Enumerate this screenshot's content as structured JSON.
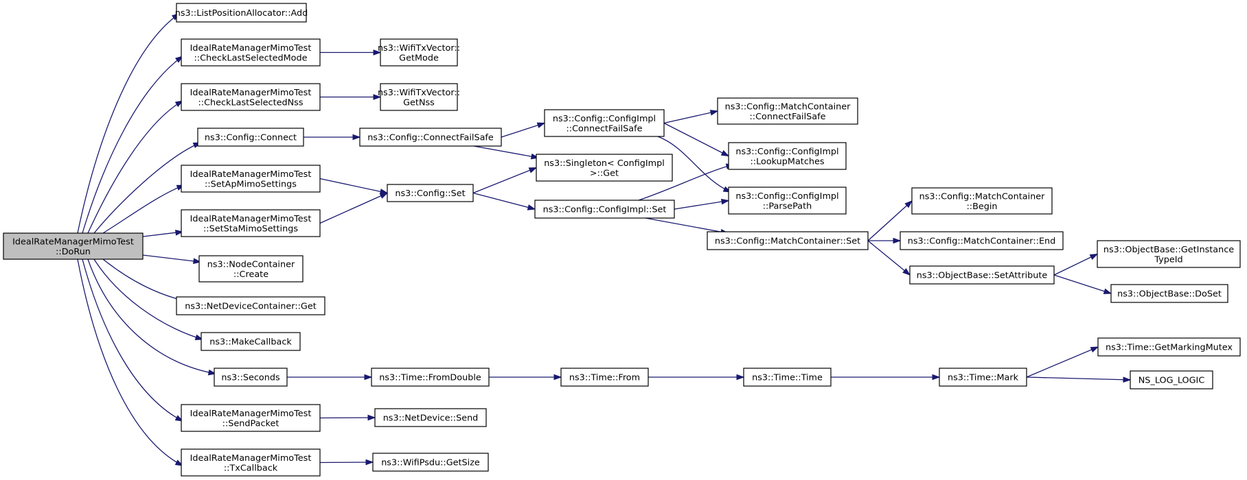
{
  "graph": {
    "colors": {
      "edge": "#191970",
      "node_fill": "#ffffff",
      "root_fill": "#bfbfbf",
      "border": "#000000"
    },
    "nodes": [
      {
        "id": "dorun",
        "lines": [
          "IdealRateManagerMimoTest",
          "::DoRun"
        ],
        "root": true
      },
      {
        "id": "add",
        "lines": [
          "ns3::ListPositionAllocator::Add"
        ]
      },
      {
        "id": "checkmode",
        "lines": [
          "IdealRateManagerMimoTest",
          "::CheckLastSelectedMode"
        ]
      },
      {
        "id": "getmode",
        "lines": [
          "ns3::WifiTxVector::",
          "GetMode"
        ]
      },
      {
        "id": "checknss",
        "lines": [
          "IdealRateManagerMimoTest",
          "::CheckLastSelectedNss"
        ]
      },
      {
        "id": "getnss",
        "lines": [
          "ns3::WifiTxVector::",
          "GetNss"
        ]
      },
      {
        "id": "connect",
        "lines": [
          "ns3::Config::Connect"
        ]
      },
      {
        "id": "connectfailsafe",
        "lines": [
          "ns3::Config::ConnectFailSafe"
        ]
      },
      {
        "id": "impl_connectfailsafe",
        "lines": [
          "ns3::Config::ConfigImpl",
          "::ConnectFailSafe"
        ]
      },
      {
        "id": "mc_connectfailsafe",
        "lines": [
          "ns3::Config::MatchContainer",
          "::ConnectFailSafe"
        ]
      },
      {
        "id": "lookupmatches",
        "lines": [
          "ns3::Config::ConfigImpl",
          "::LookupMatches"
        ]
      },
      {
        "id": "singleton_get",
        "lines": [
          "ns3::Singleton< ConfigImpl",
          ">::Get"
        ]
      },
      {
        "id": "setap",
        "lines": [
          "IdealRateManagerMimoTest",
          "::SetApMimoSettings"
        ]
      },
      {
        "id": "config_set",
        "lines": [
          "ns3::Config::Set"
        ]
      },
      {
        "id": "impl_set",
        "lines": [
          "ns3::Config::ConfigImpl::Set"
        ]
      },
      {
        "id": "parsepath",
        "lines": [
          "ns3::Config::ConfigImpl",
          "::ParsePath"
        ]
      },
      {
        "id": "setsta",
        "lines": [
          "IdealRateManagerMimoTest",
          "::SetStaMimoSettings"
        ]
      },
      {
        "id": "mc_begin",
        "lines": [
          "ns3::Config::MatchContainer",
          "::Begin"
        ]
      },
      {
        "id": "mc_set",
        "lines": [
          "ns3::Config::MatchContainer::Set"
        ]
      },
      {
        "id": "mc_end",
        "lines": [
          "ns3::Config::MatchContainer::End"
        ]
      },
      {
        "id": "getinstancetypeid",
        "lines": [
          "ns3::ObjectBase::GetInstance",
          "TypeId"
        ]
      },
      {
        "id": "setattribute",
        "lines": [
          "ns3::ObjectBase::SetAttribute"
        ]
      },
      {
        "id": "doset",
        "lines": [
          "ns3::ObjectBase::DoSet"
        ]
      },
      {
        "id": "nc_create",
        "lines": [
          "ns3::NodeContainer",
          "::Create"
        ]
      },
      {
        "id": "ndc_get",
        "lines": [
          "ns3::NetDeviceContainer::Get"
        ]
      },
      {
        "id": "makecallback",
        "lines": [
          "ns3::MakeCallback"
        ]
      },
      {
        "id": "seconds",
        "lines": [
          "ns3::Seconds"
        ]
      },
      {
        "id": "fromdouble",
        "lines": [
          "ns3::Time::FromDouble"
        ]
      },
      {
        "id": "from",
        "lines": [
          "ns3::Time::From"
        ]
      },
      {
        "id": "time",
        "lines": [
          "ns3::Time::Time"
        ]
      },
      {
        "id": "mark",
        "lines": [
          "ns3::Time::Mark"
        ]
      },
      {
        "id": "getmarkingmutex",
        "lines": [
          "ns3::Time::GetMarkingMutex"
        ]
      },
      {
        "id": "nslog",
        "lines": [
          "NS_LOG_LOGIC"
        ]
      },
      {
        "id": "sendpacket",
        "lines": [
          "IdealRateManagerMimoTest",
          "::SendPacket"
        ]
      },
      {
        "id": "netdevice_send",
        "lines": [
          "ns3::NetDevice::Send"
        ]
      },
      {
        "id": "txcallback",
        "lines": [
          "IdealRateManagerMimoTest",
          "::TxCallback"
        ]
      },
      {
        "id": "getsize",
        "lines": [
          "ns3::WifiPsdu::GetSize"
        ]
      }
    ],
    "edges": [
      [
        "dorun",
        "add"
      ],
      [
        "dorun",
        "checkmode"
      ],
      [
        "dorun",
        "checknss"
      ],
      [
        "dorun",
        "connect"
      ],
      [
        "dorun",
        "setap"
      ],
      [
        "dorun",
        "setsta"
      ],
      [
        "dorun",
        "nc_create"
      ],
      [
        "dorun",
        "ndc_get"
      ],
      [
        "dorun",
        "makecallback"
      ],
      [
        "dorun",
        "seconds"
      ],
      [
        "dorun",
        "sendpacket"
      ],
      [
        "dorun",
        "txcallback"
      ],
      [
        "checkmode",
        "getmode"
      ],
      [
        "checknss",
        "getnss"
      ],
      [
        "connect",
        "connectfailsafe"
      ],
      [
        "connectfailsafe",
        "impl_connectfailsafe"
      ],
      [
        "connectfailsafe",
        "singleton_get"
      ],
      [
        "impl_connectfailsafe",
        "mc_connectfailsafe"
      ],
      [
        "impl_connectfailsafe",
        "lookupmatches"
      ],
      [
        "impl_connectfailsafe",
        "parsepath"
      ],
      [
        "setap",
        "config_set"
      ],
      [
        "setsta",
        "config_set"
      ],
      [
        "config_set",
        "singleton_get"
      ],
      [
        "config_set",
        "impl_set"
      ],
      [
        "impl_set",
        "lookupmatches"
      ],
      [
        "impl_set",
        "parsepath"
      ],
      [
        "impl_set",
        "mc_set"
      ],
      [
        "mc_set",
        "mc_begin"
      ],
      [
        "mc_set",
        "mc_end"
      ],
      [
        "mc_set",
        "setattribute"
      ],
      [
        "setattribute",
        "getinstancetypeid"
      ],
      [
        "setattribute",
        "doset"
      ],
      [
        "seconds",
        "fromdouble"
      ],
      [
        "fromdouble",
        "from"
      ],
      [
        "from",
        "time"
      ],
      [
        "time",
        "mark"
      ],
      [
        "mark",
        "getmarkingmutex"
      ],
      [
        "mark",
        "nslog"
      ],
      [
        "sendpacket",
        "netdevice_send"
      ],
      [
        "txcallback",
        "getsize"
      ]
    ]
  }
}
